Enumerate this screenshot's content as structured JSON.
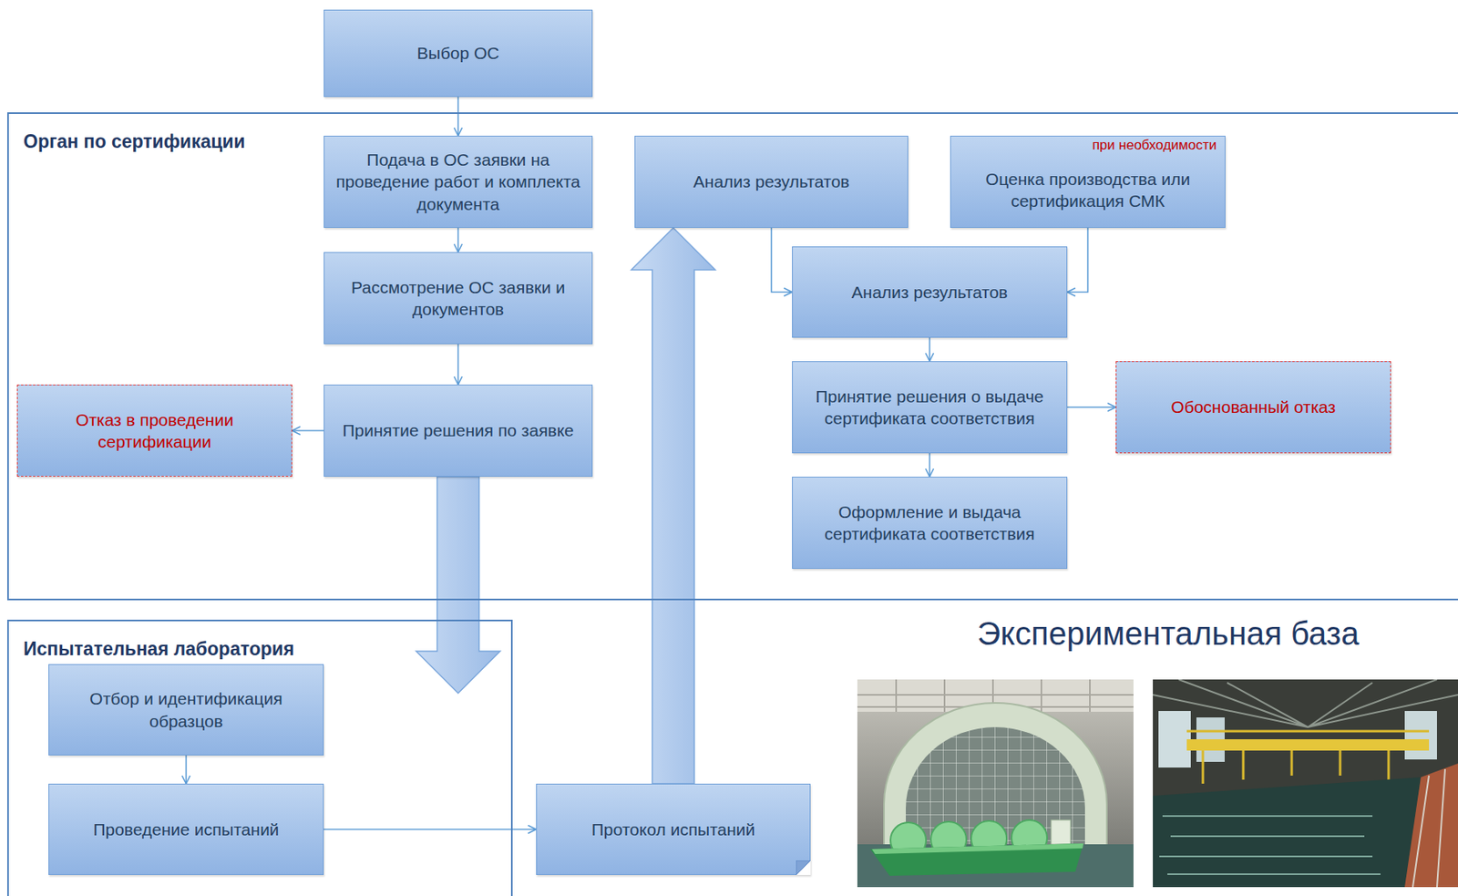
{
  "diagram": {
    "nodes": [
      {
        "text": [
          "Выбор ОС"
        ]
      },
      {
        "text": [
          "Орган по сертификации"
        ]
      },
      {
        "text": [
          "Подача в ОС заявки на проведение работ и комплекта документа"
        ],
        "in": 1
      },
      {
        "text": [
          "Анализ результатов"
        ],
        "in": 1
      },
      {
        "text": [
          "при необходимости",
          "Оценка производства или сертификация СМК"
        ],
        "in": 1
      },
      {
        "text": [
          "Рассмотрение ОС заявки и документов"
        ],
        "in": 1
      },
      {
        "text": [
          "Анализ результатов"
        ],
        "in": 1
      },
      {
        "text": [
          "Отказ в проведении сертификации"
        ],
        "in": 1
      },
      {
        "text": [
          "Принятие решения по заявке"
        ],
        "in": 1
      },
      {
        "text": [
          "Принятие решения о выдаче сертификата соответствия"
        ],
        "in": 1
      },
      {
        "text": [
          "Обоснованный отказ"
        ],
        "in": 1
      },
      {
        "text": [
          "Оформление и выдача сертификата соответствия"
        ],
        "in": 1
      },
      {
        "text": [
          "Испытательная лаборатория"
        ]
      },
      {
        "text": [
          "Отбор и идентификация образцов"
        ],
        "in": 12
      },
      {
        "text": [
          "Проведение испытаний"
        ],
        "in": 12
      },
      {
        "text": [
          "Протокол испытаний"
        ]
      }
    ],
    "edges": [
      {
        "from": 0,
        "to": 2,
        "arrow": "to"
      },
      {
        "from": 2,
        "to": 5,
        "arrow": "to"
      },
      {
        "from": 5,
        "to": 8,
        "arrow": "to"
      },
      {
        "from": 8,
        "to": 7,
        "arrow": "to"
      },
      {
        "from": 8,
        "to": 12,
        "arrow": "to"
      },
      {
        "from": 13,
        "to": 14,
        "arrow": "to"
      },
      {
        "from": 14,
        "to": 15,
        "arrow": "to"
      },
      {
        "from": 15,
        "to": 3,
        "arrow": "to"
      },
      {
        "from": 3,
        "to": 6,
        "arrow": "to"
      },
      {
        "from": 4,
        "to": 6,
        "arrow": "to"
      },
      {
        "from": 6,
        "to": 9,
        "arrow": "to"
      },
      {
        "from": 9,
        "to": 10,
        "arrow": "to"
      },
      {
        "from": 9,
        "to": 11,
        "arrow": "to"
      }
    ],
    "labels": [
      "Экспериментальная база"
    ]
  }
}
